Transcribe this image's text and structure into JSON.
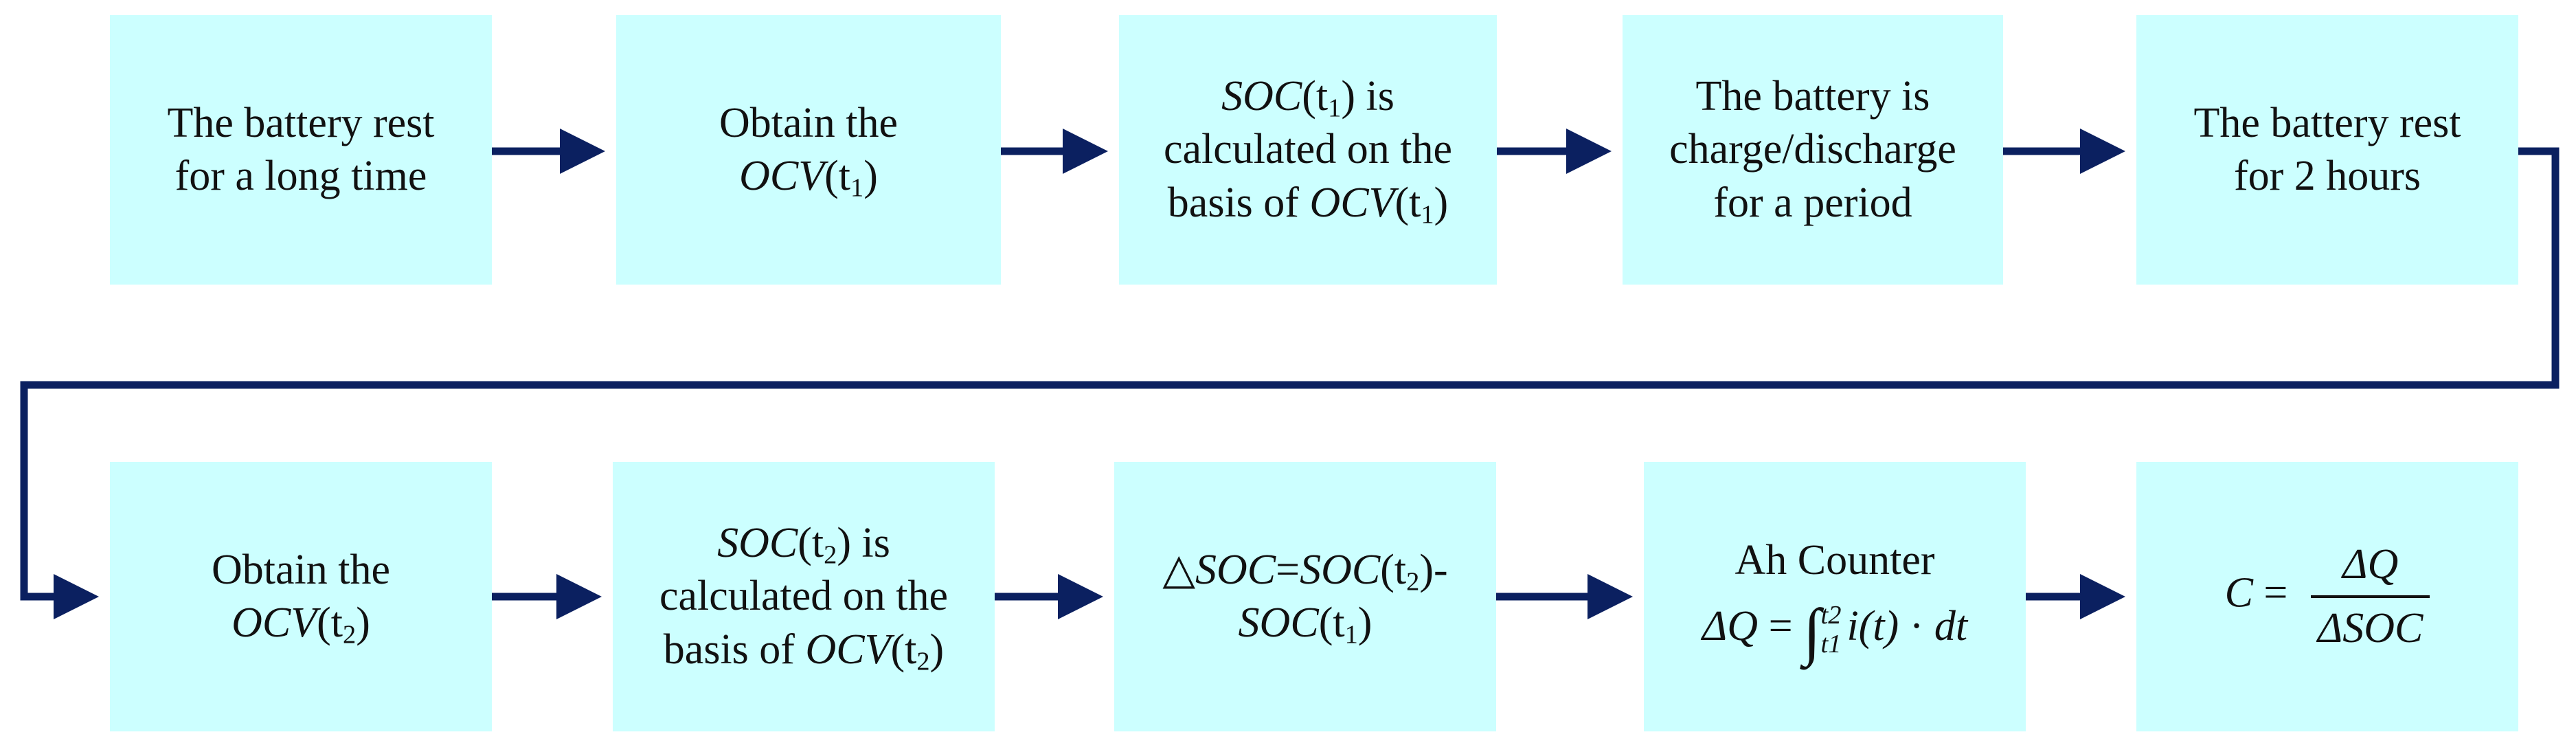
{
  "colors": {
    "box_fill": "#ccffff",
    "arrow": "#0b2060",
    "text": "#111111"
  },
  "boxes": {
    "b1": {
      "line1": "The battery rest",
      "line2": "for a long time"
    },
    "b2": {
      "line1": "Obtain the",
      "var": "OCV",
      "paren_open": "(t",
      "sub": "1",
      "paren_close": ")"
    },
    "b3": {
      "var1": "SOC",
      "paren_open1": "(t",
      "sub1": "1",
      "tail1": ") is",
      "line2": "calculated on the",
      "pre3": "basis of ",
      "var3": "OCV",
      "paren_open3": "(t",
      "sub3": "1",
      "paren_close3": ")"
    },
    "b4": {
      "line1": "The battery is",
      "line2": "charge/discharge",
      "line3": "for a period"
    },
    "b5": {
      "line1": "The battery rest",
      "line2": "for 2 hours"
    },
    "b6": {
      "line1": "Obtain the",
      "var": "OCV",
      "paren_open": "(t",
      "sub": "2",
      "paren_close": ")"
    },
    "b7": {
      "var1": "SOC",
      "paren_open1": "(t",
      "sub1": "2",
      "tail1": ") is",
      "line2": "calculated on the",
      "pre3": "basis of ",
      "var3": "OCV",
      "paren_open3": "(t",
      "sub3": "2",
      "paren_close3": ")"
    },
    "b8": {
      "delta": "△",
      "var_a": "SOC",
      "eq": "=",
      "var_b": "SOC",
      "paren_open_b": "(t",
      "sub_b": "2",
      "tail_b": ")-",
      "var_c": "SOC",
      "paren_open_c": "(t",
      "sub_c": "1",
      "paren_close_c": ")"
    },
    "b9": {
      "title": "Ah Counter",
      "lhs": "ΔQ",
      "eq": " = ",
      "int_sign": "∫",
      "upper": "t2",
      "lower": "t1",
      "integrand": "i(t)",
      "dot": " · ",
      "dt": "dt"
    },
    "b10": {
      "lhs": "C",
      "eq": " = ",
      "num": "ΔQ",
      "den": "ΔSOC"
    }
  }
}
